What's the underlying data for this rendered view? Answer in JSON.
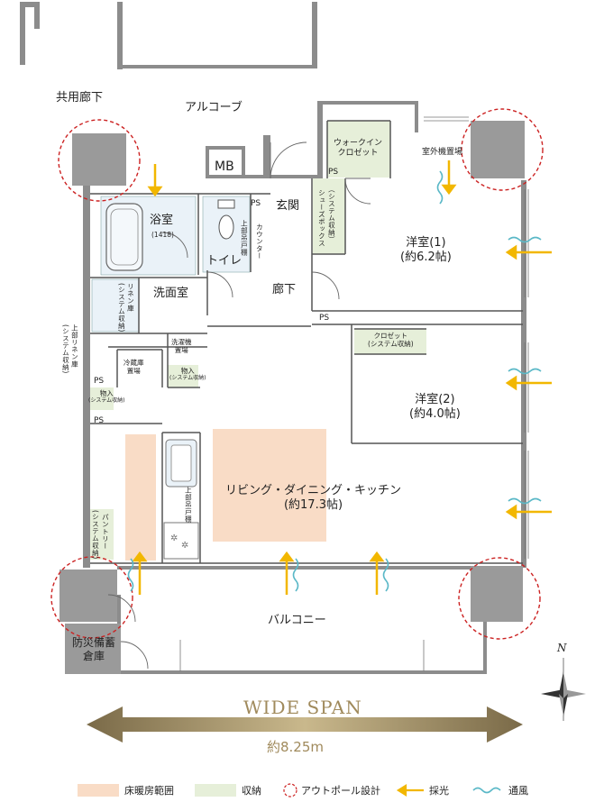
{
  "rooms": {
    "common_corridor": "共用廊下",
    "alcove": "アルコーブ",
    "mb": "MB",
    "walkin_closet": [
      "ウォークイン",
      "クロゼット"
    ],
    "outdoor_unit": "室外機置場",
    "ps": "PS",
    "bath": "浴室",
    "bath_size": "(1418)",
    "toilet": "トイレ",
    "upper_cabinet_a": "上部吊戸棚",
    "counter": "カウンター",
    "entrance": "玄関",
    "shoebox": [
      "シューズボックス",
      "（システム収納）"
    ],
    "western1": [
      "洋室(1)",
      "(約6.2帖)"
    ],
    "washroom": "洗面室",
    "linen": [
      "リネン庫",
      "(システム収納)"
    ],
    "upper_linen": [
      "上部リネン庫",
      "(システム収納)"
    ],
    "corridor": "廊下",
    "washer": [
      "洗濯機",
      "置場"
    ],
    "fridge": [
      "冷蔵庫",
      "置場"
    ],
    "storage_a": [
      "物入",
      "(システム収納)"
    ],
    "storage_b": [
      "物入",
      "(システム収納)"
    ],
    "closet": [
      "クロゼット",
      "(システム収納)"
    ],
    "western2": [
      "洋室(2)",
      "(約4.0帖)"
    ],
    "ldk": [
      "リビング・ダイニング・キッチン",
      "(約17.3帖)"
    ],
    "upper_cabinet_b": "上部吊戸棚",
    "pantry": [
      "パントリー",
      "(システム収納)"
    ],
    "balcony": "バルコニー",
    "disaster_storage": [
      "防災備蓄",
      "倉庫"
    ]
  },
  "compass": "N",
  "span": {
    "title": "WIDE SPAN",
    "value": "約8.25m"
  },
  "legend": [
    {
      "label": "床暖房範囲",
      "color": "#f9dcc6"
    },
    {
      "label": "収納",
      "color": "#e6efd9"
    },
    {
      "label": "アウトポール設計",
      "color": "#c22"
    },
    {
      "label": "採光",
      "color": "#f2b700"
    },
    {
      "label": "通風",
      "color": "#5ab8c7"
    }
  ],
  "colors": {
    "wall": "#8c8c8c",
    "line": "#555555",
    "column": "#9a9a9a",
    "arrow_gold": "#a08a5c"
  }
}
